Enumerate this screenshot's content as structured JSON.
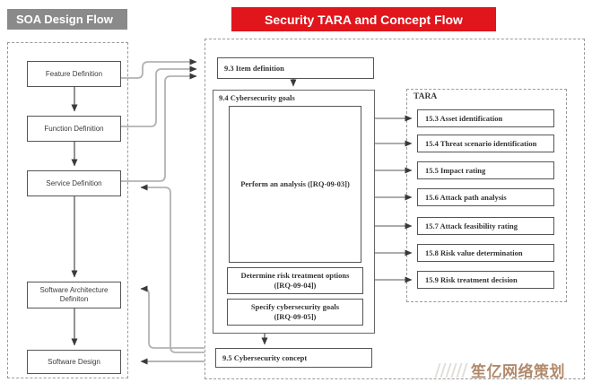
{
  "header": {
    "soa": "SOA Design Flow",
    "tara": "Security TARA and Concept Flow"
  },
  "colors": {
    "soa_header_bg": "#8a8a8a",
    "tara_header_bg": "#e1161c",
    "header_text": "#ffffff",
    "box_border": "#555555",
    "container_dash": "#9a9a9a",
    "connector_light": "#b3b3b3",
    "connector_dark": "#3a3a3a",
    "watermark_text_color": "#b28a6c"
  },
  "soa_flow": {
    "boxes": [
      {
        "label": "Feature Definition"
      },
      {
        "label": "Function Definition"
      },
      {
        "label": "Service Definition"
      },
      {
        "label": "Software Architecture Definiton"
      },
      {
        "label": "Software Design"
      }
    ]
  },
  "concept_flow": {
    "item_definition": "9.3 Item definition",
    "goals_label": "9.4 Cybersecurity goals",
    "perform_analysis": "Perform an analysis ([RQ-09-03])",
    "determine_options": "Determine risk treatment options ([RQ-09-04])",
    "specify_goals": "Specify cybersecurity goals ([RQ-09-05])",
    "concept": "9.5 Cybersecurity concept"
  },
  "tara": {
    "label": "TARA",
    "items": [
      "15.3 Asset identification",
      "15.4 Threat scenario identification",
      "15.5 Impact rating",
      "15.6 Attack path analysis",
      "15.7 Attack feasibility rating",
      "15.8 Risk value determination",
      "15.9 Risk treatment decision"
    ]
  },
  "watermark": {
    "text": "笙亿网络策划"
  }
}
